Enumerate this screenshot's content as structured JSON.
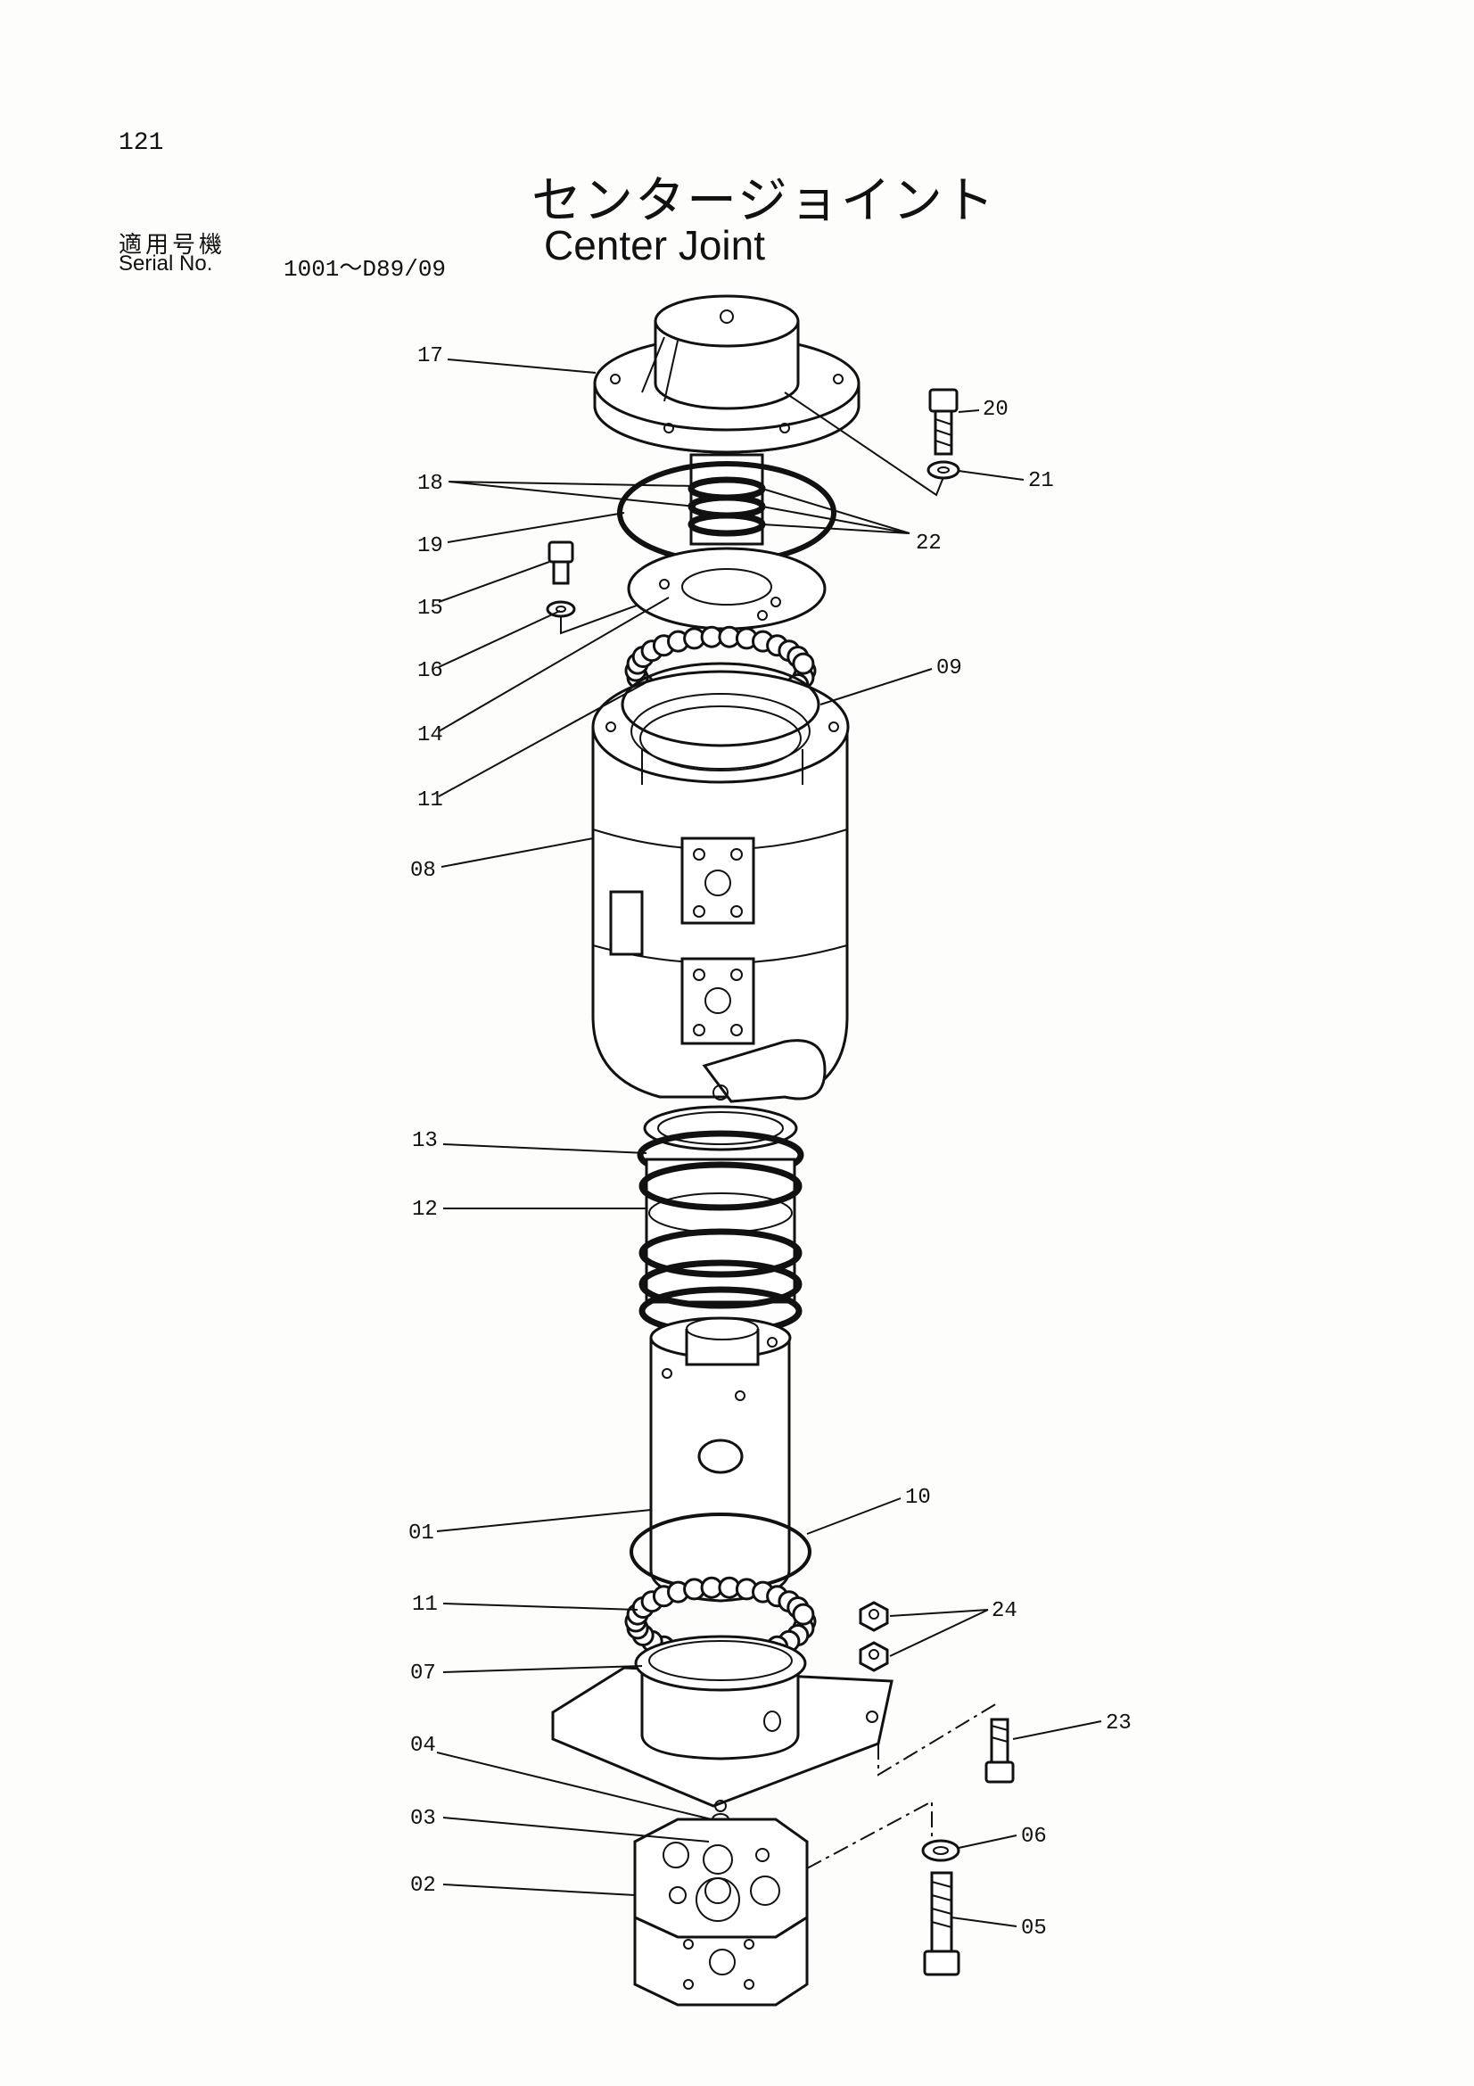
{
  "header": {
    "page_number": "121",
    "title_jp": "センタージョイント",
    "title_en": "Center Joint",
    "serial_label_jp": "適用号機",
    "serial_label_en": "Serial No.",
    "serial_value": "1001～D89/09"
  },
  "callouts": [
    "17",
    "20",
    "21",
    "18",
    "22",
    "19",
    "15",
    "16",
    "14",
    "09",
    "11",
    "08",
    "13",
    "12",
    "01",
    "10",
    "11",
    "24",
    "07",
    "23",
    "04",
    "03",
    "06",
    "02",
    "05"
  ]
}
